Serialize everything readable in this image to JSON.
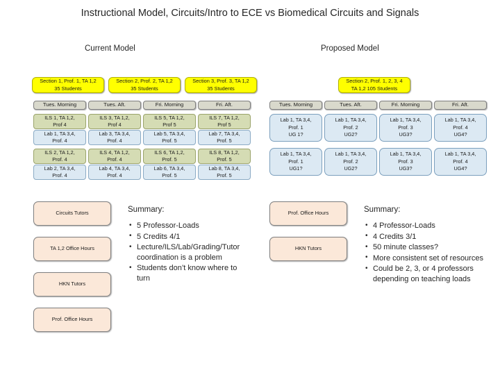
{
  "title": "Instructional Model, Circuits/Intro to ECE vs Biomedical Circuits and Signals",
  "headings": {
    "current": "Current Model",
    "proposed": "Proposed Model"
  },
  "colors": {
    "section_fill": "#ffff00",
    "day_fill": "#d9d9cc",
    "ils_fill": "#d5dcb4",
    "lab_fill": "#dce9f3",
    "tutor_fill": "#fbe8d9",
    "text": "#262626"
  },
  "current_model": {
    "sections": [
      "Section 1, Prof. 1, TA 1,2\n35 Students",
      "Section 2, Prof. 2, TA 1,2\n35 Students",
      "Section 3, Prof. 3, TA 1,2\n35 Students"
    ],
    "days": [
      "Tues. Morning",
      "Tues. Aft.",
      "Fri. Morning",
      "Fri. Aft."
    ],
    "columns": [
      {
        "groups": [
          {
            "ils": "ILS 1, TA 1,2,\nProf 4",
            "lab": "Lab 1, TA 3,4,\nProf. 4"
          },
          {
            "ils": "ILS 2, TA 1,2,\nProf. 4",
            "lab": "Lab 2, TA 3,4,\nProf. 4"
          }
        ]
      },
      {
        "groups": [
          {
            "ils": "ILS 3, TA 1,2,\nProf 4",
            "lab": "Lab 3, TA 3,4,\nProf. 4"
          },
          {
            "ils": "ILS 4, TA 1,2,\nProf. 4",
            "lab": "Lab 4, TA 3,4,\nProf. 4"
          }
        ]
      },
      {
        "groups": [
          {
            "ils": "ILS 5, TA 1,2,\nProf 5",
            "lab": "Lab 5, TA 3,4,\nProf. 5"
          },
          {
            "ils": "ILS 6, TA 1,2,\nProf. 5",
            "lab": "Lab 6, TA 3,4,\nProf. 5"
          }
        ]
      },
      {
        "groups": [
          {
            "ils": "ILS 7, TA 1,2,\nProf 5",
            "lab": "Lab 7, TA 3,4,\nProf. 5"
          },
          {
            "ils": "ILS 8, TA 1,2,\nProf. 5",
            "lab": "Lab 8, TA 3,4,\nProf. 5"
          }
        ]
      }
    ],
    "tutors": [
      "Circuits Tutors",
      "TA 1,2 Office Hours",
      "HKN Tutors",
      "Prof. Office Hours"
    ],
    "summary": {
      "title": "Summary:",
      "bullets": [
        "5 Professor-Loads",
        "5 Credits 4/1",
        "Lecture/ILS/Lab/Grading/Tutor coordination is a problem",
        "Students don’t know where to turn"
      ]
    }
  },
  "proposed_model": {
    "section": "Section 2, Prof. 1, 2, 3, 4\nTA 1,2 105 Students",
    "days": [
      "Tues. Morning",
      "Tues. Aft.",
      "Fri. Morning",
      "Fri. Aft."
    ],
    "columns": [
      {
        "labs": [
          "Lab 1, TA 3,4,\nProf. 1\nUG 1?",
          "Lab 1, TA 3,4,\nProf. 1\nUG1?"
        ]
      },
      {
        "labs": [
          "Lab 1, TA 3,4,\nProf. 2\nUG2?",
          "Lab 1, TA 3,4,\nProf. 2\nUG2?"
        ]
      },
      {
        "labs": [
          "Lab 1, TA 3,4,\nProf. 3\nUG3?",
          "Lab 1, TA 3,4,\nProf. 3\nUG3?"
        ]
      },
      {
        "labs": [
          "Lab 1, TA 3,4,\nProf. 4\nUG4?",
          "Lab 1, TA 3,4,\nProf. 4\nUG4?"
        ]
      }
    ],
    "tutors": [
      "Prof. Office Hours",
      "HKN Tutors"
    ],
    "summary": {
      "title": "Summary:",
      "bullets": [
        "4 Professor-Loads",
        "4 Credits 3/1",
        "50 minute classes?",
        "More consistent set of resources",
        "Could be 2, 3, or 4 professors depending on teaching loads"
      ]
    }
  }
}
